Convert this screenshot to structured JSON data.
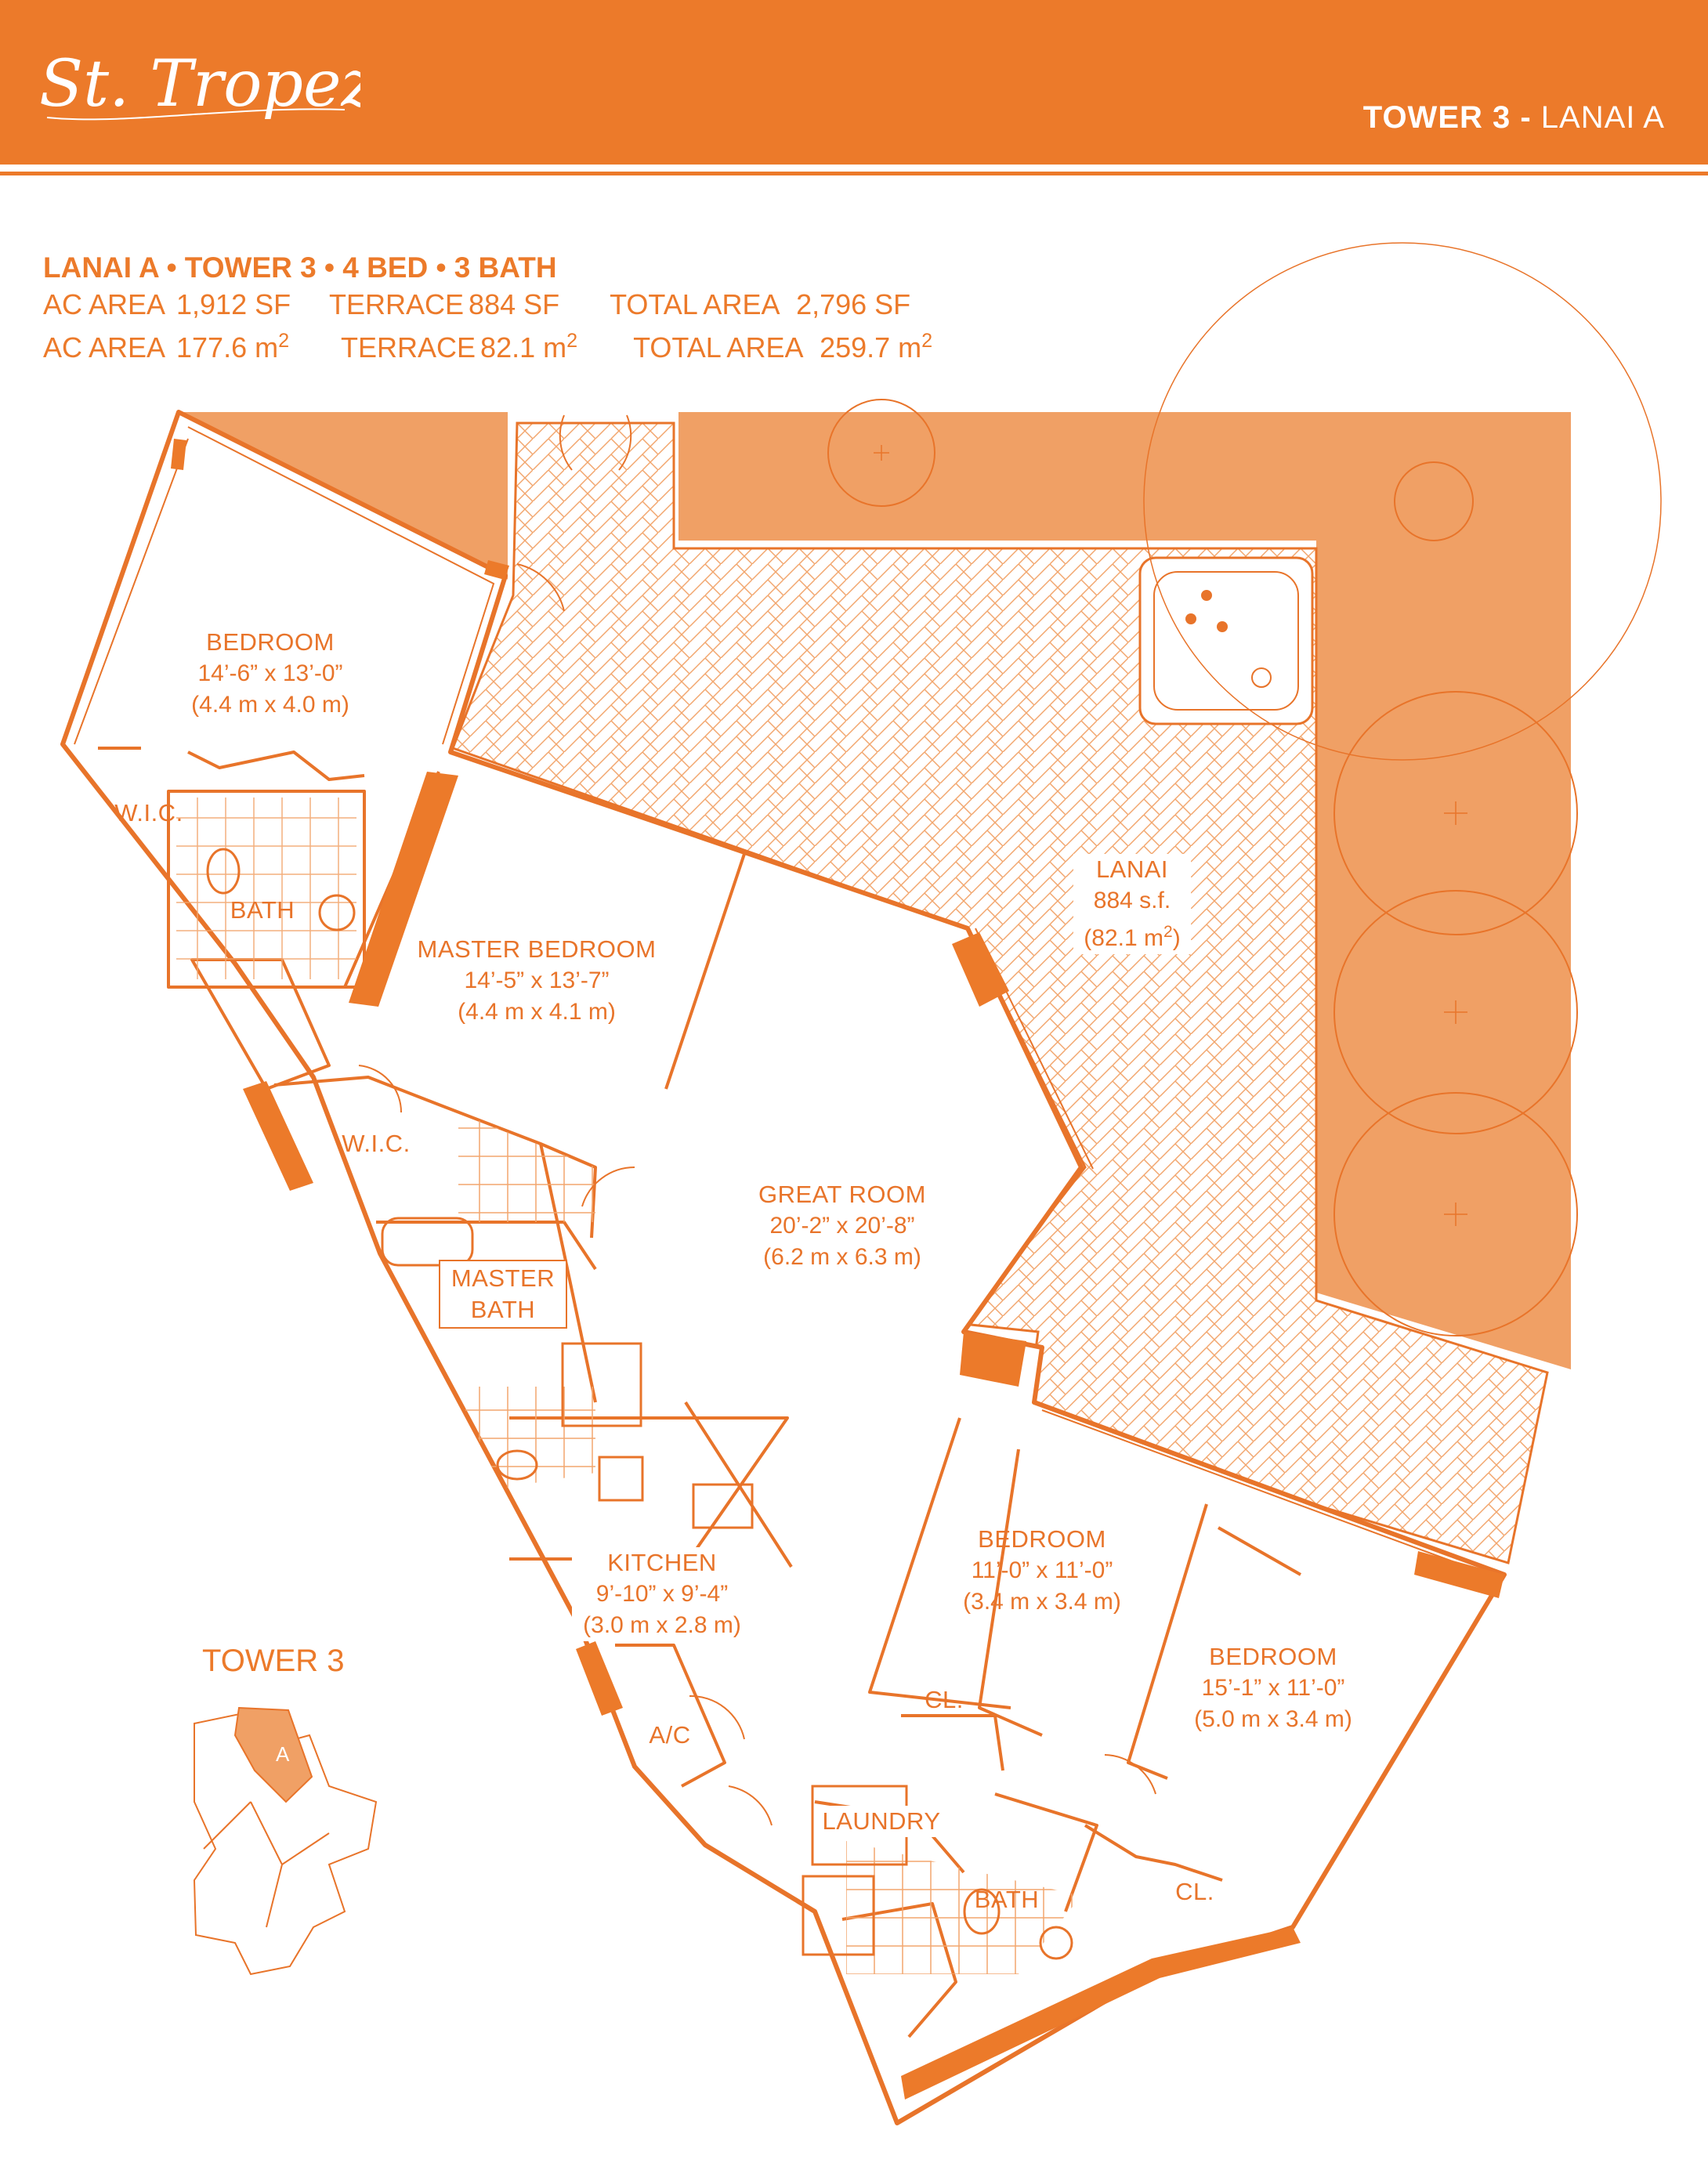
{
  "header": {
    "logo_text": "St. Tropez",
    "tower_label": "TOWER 3 -",
    "unit_label": "LANAI A"
  },
  "specs": {
    "title": "LANAI A • TOWER 3 • 4 BED • 3 BATH",
    "imperial": {
      "ac_label": "AC AREA",
      "ac_value": "1,912 SF",
      "terrace_label": "TERRACE",
      "terrace_value": "884 SF",
      "total_label": "TOTAL AREA",
      "total_value": "2,796 SF"
    },
    "metric": {
      "ac_label": "AC AREA",
      "ac_value": "177.6 m",
      "terrace_label": "TERRACE",
      "terrace_value": "82.1 m",
      "total_label": "TOTAL AREA",
      "total_value": "259.7 m",
      "unit_sup": "2"
    }
  },
  "rooms": {
    "bedroom_nw": {
      "name": "BEDROOM",
      "dim": "14’-6” x 13’-0”",
      "metric": "(4.4 m x 4.0 m)"
    },
    "wic_nw": {
      "name": "W.I.C."
    },
    "bath_nw": {
      "name": "BATH"
    },
    "master_bedroom": {
      "name": "MASTER BEDROOM",
      "dim": "14’-5” x 13’-7”",
      "metric": "(4.4 m x 4.1 m)"
    },
    "wic_master": {
      "name": "W.I.C."
    },
    "master_bath": {
      "name1": "MASTER",
      "name2": "BATH"
    },
    "great_room": {
      "name": "GREAT ROOM",
      "dim": "20’-2” x 20’-8”",
      "metric": "(6.2 m x 6.3 m)"
    },
    "lanai": {
      "name": "LANAI",
      "area": "884 s.f.",
      "metric": "(82.1 m",
      "sup": "2",
      "close": ")"
    },
    "kitchen": {
      "name": "KITCHEN",
      "dim": "9’-10” x 9’-4”",
      "metric": "(3.0 m x 2.8 m)"
    },
    "ac": {
      "name": "A/C"
    },
    "laundry": {
      "name": "LAUNDRY"
    },
    "bedroom_mid": {
      "name": "BEDROOM",
      "dim": "11’-0” x 11’-0”",
      "metric": "(3.4 m x 3.4 m)"
    },
    "closet_mid": {
      "name": "CL."
    },
    "bedroom_se": {
      "name": "BEDROOM",
      "dim": "15’-1” x 11’-0”",
      "metric": "(5.0 m x 3.4 m)"
    },
    "closet_se": {
      "name": "CL."
    },
    "bath_s": {
      "name": "BATH"
    }
  },
  "key_plan": {
    "title": "TOWER 3",
    "highlight_label": "A"
  },
  "colors": {
    "brand_orange": "#ec7a2a",
    "terrace_fill": "#f0a065",
    "line": "#e8742a"
  }
}
